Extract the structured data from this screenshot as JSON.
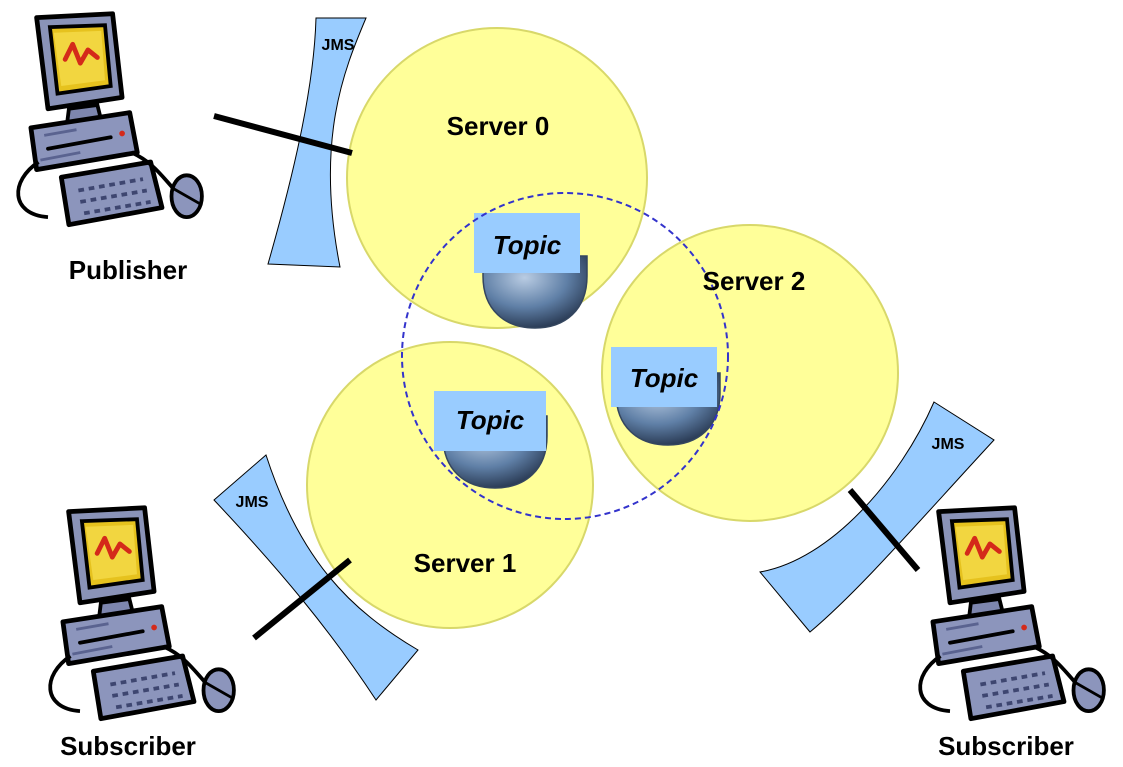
{
  "diagram": {
    "publisher": {
      "label": "Publisher"
    },
    "subscriber_left": {
      "label": "Subscriber"
    },
    "subscriber_right": {
      "label": "Subscriber"
    },
    "servers": [
      {
        "label": "Server 0"
      },
      {
        "label": "Server 1"
      },
      {
        "label": "Server 2"
      }
    ],
    "topics": [
      {
        "label": "Topic"
      },
      {
        "label": "Topic"
      },
      {
        "label": "Topic"
      }
    ],
    "jms_labels": [
      "JMS",
      "JMS",
      "JMS"
    ],
    "colors": {
      "server_fill": "#FFFF99",
      "server_stroke": "#D8D86A",
      "topic_box": "#99CCFF",
      "jms_fill": "#99CCFF",
      "cluster_boundary": "#3333CC",
      "connector": "#000000"
    }
  }
}
